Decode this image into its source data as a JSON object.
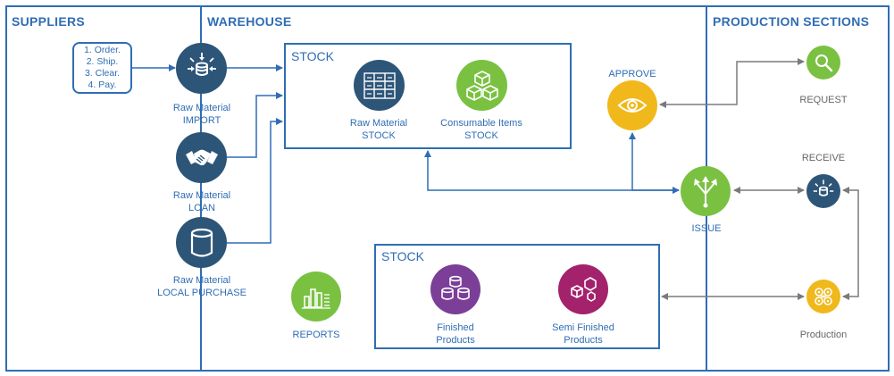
{
  "sections": {
    "suppliers": "SUPPLIERS",
    "warehouse": "WAREHOUSE",
    "production": "PRODUCTION SECTIONS"
  },
  "supplier_steps": [
    "1. Order.",
    "2. Ship.",
    "3. Clear.",
    "4. Pay."
  ],
  "nodes": {
    "import": {
      "line1": "Raw Material",
      "line2": "IMPORT",
      "icon": "database-inbound-icon"
    },
    "loan": {
      "line1": "Raw Material",
      "line2": "LOAN",
      "icon": "handshake-icon"
    },
    "local_purchase": {
      "line1": "Raw Material",
      "line2": "LOCAL PURCHASE",
      "icon": "database-icon"
    },
    "raw_stock": {
      "line1": "Raw Material",
      "line2": "STOCK",
      "icon": "shelves-grid-icon"
    },
    "consumable_stock": {
      "line1": "Consumable Items",
      "line2": "STOCK",
      "icon": "cubes-icon"
    },
    "approve": {
      "label": "APPROVE",
      "icon": "eye-icon"
    },
    "issue": {
      "label": "ISSUE",
      "icon": "split-arrows-icon"
    },
    "request": {
      "label": "REQUEST",
      "icon": "magnifier-icon"
    },
    "receive": {
      "label": "RECEIVE",
      "icon": "database-inbound-icon"
    },
    "production": {
      "label": "Production",
      "icon": "gears-icon"
    },
    "reports": {
      "label": "REPORTS",
      "icon": "bar-chart-icon"
    },
    "finished": {
      "line1": "Finished",
      "line2": "Products",
      "icon": "stacked-databases-icon"
    },
    "semi_finished": {
      "line1": "Semi Finished",
      "line2": "Products",
      "icon": "hexagon-cubes-icon"
    }
  },
  "stock_boxes": {
    "upper_title": "STOCK",
    "lower_title": "STOCK"
  },
  "colors": {
    "blue": "#2f6db5",
    "navy": "#2d5578",
    "green": "#7ac142",
    "yellow": "#f0b81b",
    "purple": "#7b3f98",
    "magenta": "#a3226b",
    "arrow_grey": "#7a7a7a"
  }
}
